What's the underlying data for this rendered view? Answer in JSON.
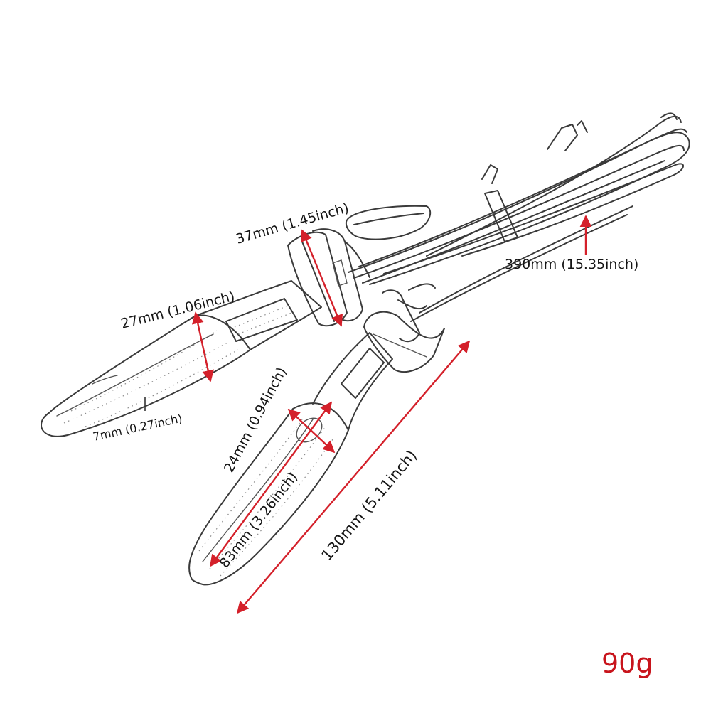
{
  "dimensions": {
    "harness_length": "390mm (15.35inch)",
    "mount_width": "37mm (1.45inch)",
    "lens_height": "27mm (1.06inch)",
    "tip_height": "7mm (0.27inch)",
    "lens_width_side": "24mm (0.94inch)",
    "lens_length_side": "83mm (3.26inch)",
    "overall_length": "130mm (5.11inch)"
  },
  "weight": "90g",
  "colors": {
    "dimension_color": "#d4202a",
    "line_art": "#3a3a3a"
  }
}
